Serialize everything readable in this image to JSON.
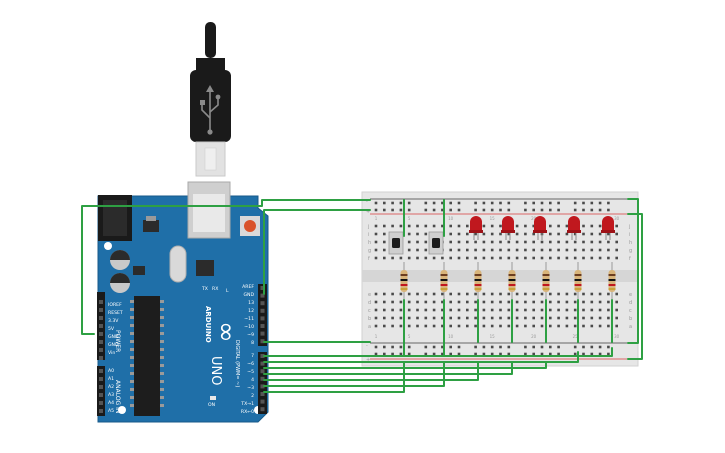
{
  "board": {
    "name": "ARDUINO",
    "model": "UNO",
    "logo": "∞",
    "power_title": "POWER",
    "analog_title": "ANALOG IN",
    "digital_title": "DIGITAL (PWM= ~)",
    "l_label": "L",
    "tx_label": "TX",
    "rx_label": "RX",
    "on_label": "ON",
    "power_pins": [
      "IOREF",
      "RESET",
      "3.3V",
      "5V",
      "GND",
      "GND",
      "Vin"
    ],
    "analog_pins": [
      "A0",
      "A1",
      "A2",
      "A3",
      "A4",
      "A5"
    ],
    "digital_top": [
      "AREF",
      "GND",
      "13",
      "12",
      "~11",
      "~10",
      "~9",
      "8"
    ],
    "digital_bottom": [
      "7",
      "~6",
      "~5",
      "4",
      "~3",
      "2",
      "TX→1",
      "RX←0"
    ]
  },
  "breadboard": {
    "rail_plus": "+",
    "rail_minus": "-",
    "rows_top": [
      "j",
      "i",
      "h",
      "g",
      "f"
    ],
    "rows_bottom": [
      "e",
      "d",
      "c",
      "b",
      "a"
    ],
    "column_numbers": [
      "1",
      "5",
      "10",
      "15",
      "20",
      "25",
      "30"
    ]
  },
  "colors": {
    "board": "#1f6fa8",
    "wire": "#2ea043",
    "led": "#c0181e",
    "breadboard": "#e6e6e6",
    "rail_red": "#d43b3b",
    "rail_black": "#3a3a3a",
    "usb_plug": "#1a1a1a"
  },
  "components": {
    "leds": 5,
    "pushbuttons": 2,
    "resistors": 7
  }
}
